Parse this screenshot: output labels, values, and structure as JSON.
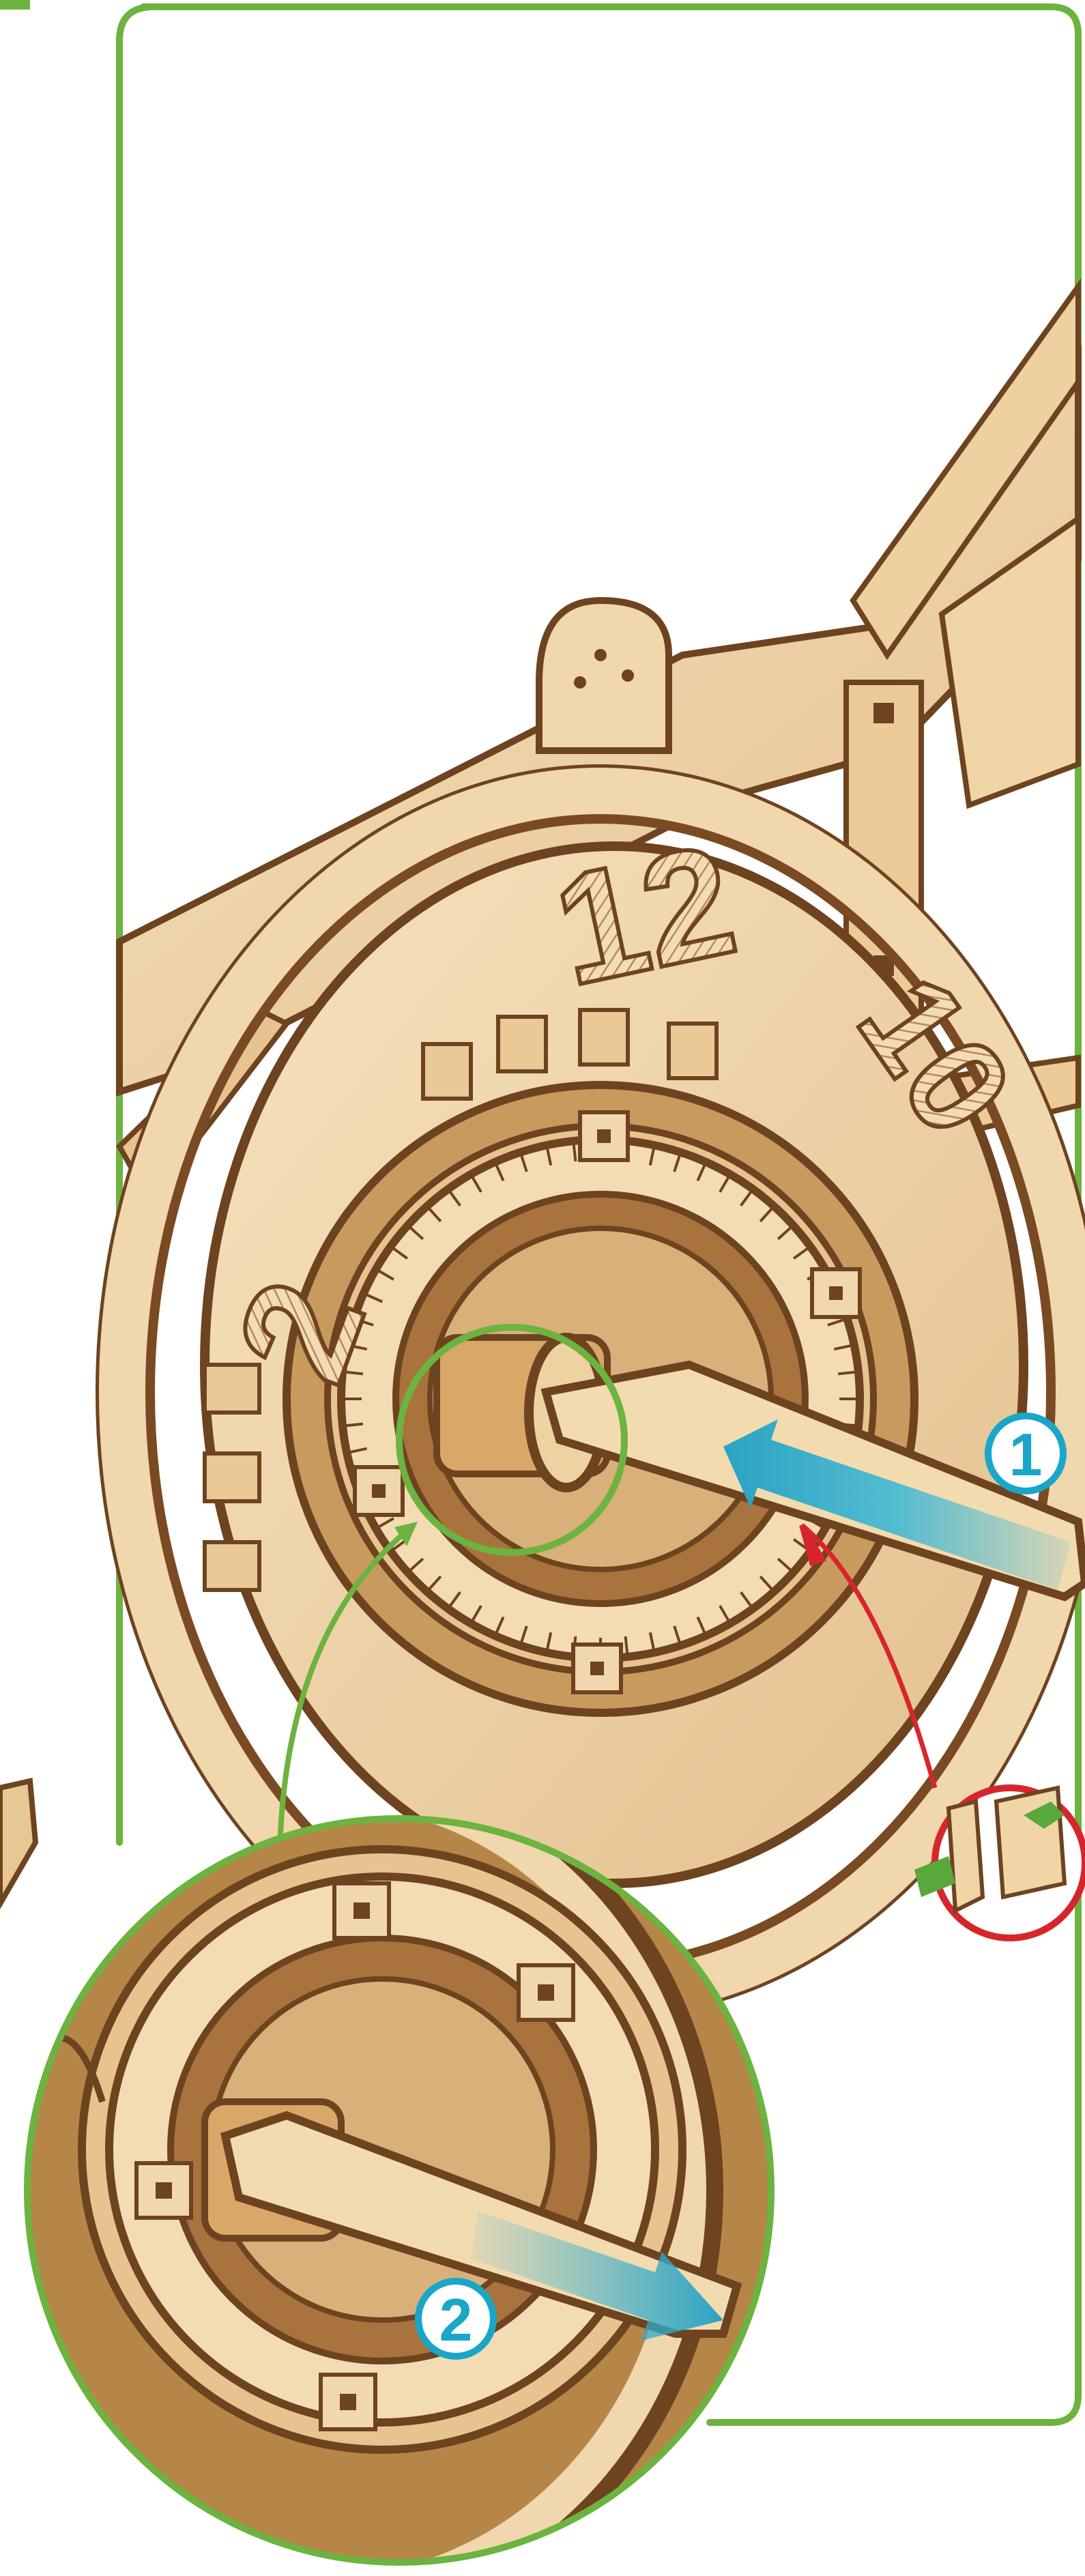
{
  "steps": [
    {
      "label": "1",
      "color": "#1aa6c9"
    },
    {
      "label": "2",
      "color": "#1aa6c9"
    }
  ],
  "dial": {
    "numeral_top": "12",
    "numeral_left": "2",
    "numeral_right": "10"
  },
  "colors": {
    "frame_green": "#6cb33f",
    "detail_red": "#d7262b",
    "wood_light": "#f1d7ae",
    "wood_mid": "#e2bd86",
    "wood_dark": "#7a4a22",
    "arrow_blue": "#42b8d4",
    "arrow_green": "#58a83c"
  },
  "icons": [
    "step-1-badge",
    "step-2-badge",
    "insert-arrow-icon",
    "rotate-arrow-icon",
    "part-detail-icon"
  ]
}
